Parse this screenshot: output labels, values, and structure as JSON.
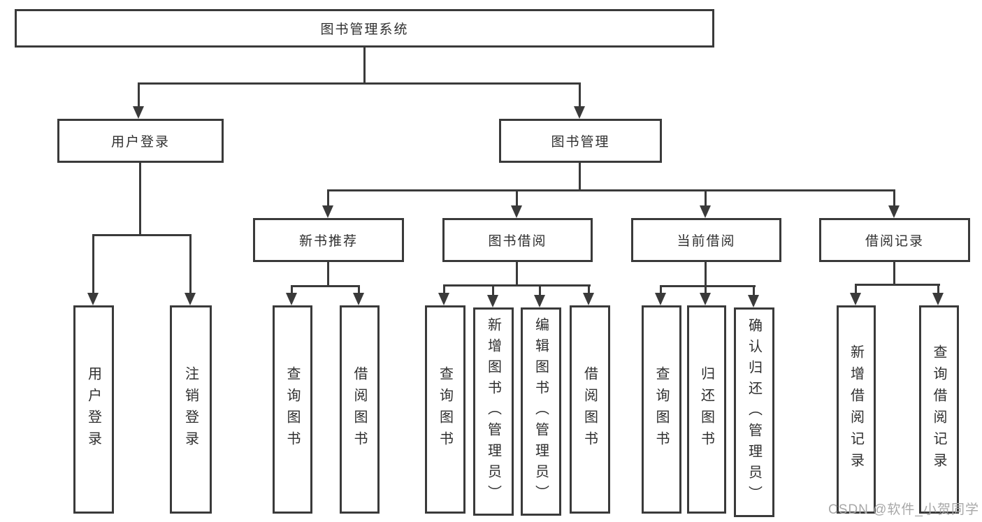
{
  "tree": {
    "label": "图书管理系统",
    "children": [
      {
        "label": "用户登录",
        "children": [
          {
            "label": "用户登录"
          },
          {
            "label": "注销登录"
          }
        ]
      },
      {
        "label": "图书管理",
        "children": [
          {
            "label": "新书推荐",
            "children": [
              {
                "label": "查询图书"
              },
              {
                "label": "借阅图书"
              }
            ]
          },
          {
            "label": "图书借阅",
            "children": [
              {
                "label": "查询图书"
              },
              {
                "label": "新增图书（管理员）"
              },
              {
                "label": "编辑图书（管理员）"
              },
              {
                "label": "借阅图书"
              }
            ]
          },
          {
            "label": "当前借阅",
            "children": [
              {
                "label": "查询图书"
              },
              {
                "label": "归还图书"
              },
              {
                "label": "确认归还（管理员）"
              }
            ]
          },
          {
            "label": "借阅记录",
            "children": [
              {
                "label": "新增借阅记录"
              },
              {
                "label": "查询借阅记录"
              }
            ]
          }
        ]
      }
    ]
  },
  "watermark": "CSDN @软件_小贺同学",
  "colors": {
    "line": "#3a3a3a",
    "text": "#2f2f2f",
    "watermark": "#a8a8a8",
    "background": "#ffffff"
  }
}
